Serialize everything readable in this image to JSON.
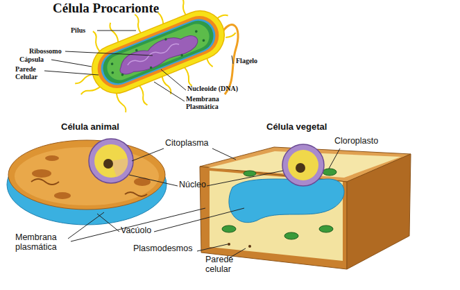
{
  "diagram": {
    "title": "Célula Procarionte",
    "labels": [
      "Pilus",
      "Ribossomo",
      "Cápsula",
      "Parede Celular",
      "Flagelo",
      "Nucleoide (DNA)",
      "Membrana Plasmática",
      "Célula animal",
      "Célula vegetal",
      "Citoplasma",
      "Cloroplasto",
      "Núcleo",
      "Membrana plasmática",
      "Vacúolo",
      "Plasmodesmos",
      "Parede celular"
    ]
  }
}
